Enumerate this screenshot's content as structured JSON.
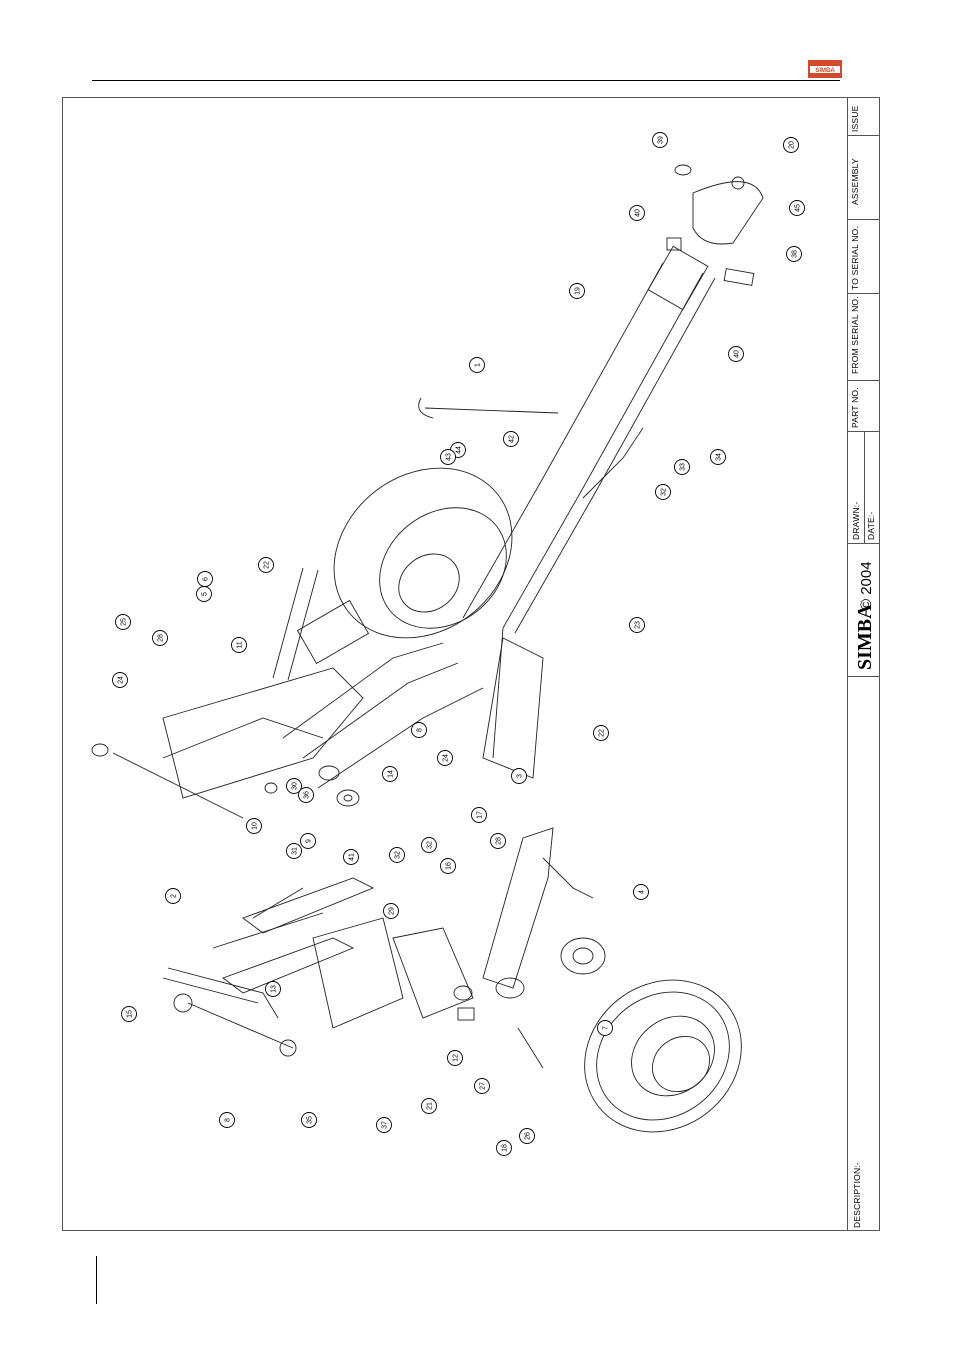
{
  "header": {
    "brand": "SIMBA"
  },
  "title_block": {
    "issue": "ISSUE",
    "assembly": "ASSEMBLY",
    "to_serial": "TO SERIAL NO.",
    "from_serial": "FROM SERIAL NO.",
    "part_no": "PART NO.",
    "drawn": "DRAWN:-",
    "date": "DATE:-",
    "brand": "SIMBA",
    "copyright": "© 2004",
    "description": "DESCRIPTION:-"
  },
  "callouts": [
    "39",
    "20",
    "40",
    "45",
    "38",
    "19",
    "40",
    "1",
    "32",
    "33",
    "34",
    "44",
    "43",
    "42",
    "22",
    "6",
    "5",
    "25",
    "28",
    "11",
    "24",
    "23",
    "22",
    "8",
    "24",
    "14",
    "30",
    "36",
    "10",
    "31",
    "9",
    "41",
    "32",
    "32",
    "17",
    "3",
    "16",
    "28",
    "2",
    "29",
    "4",
    "13",
    "15",
    "12",
    "27",
    "7",
    "8",
    "35",
    "37",
    "21",
    "26",
    "18"
  ]
}
